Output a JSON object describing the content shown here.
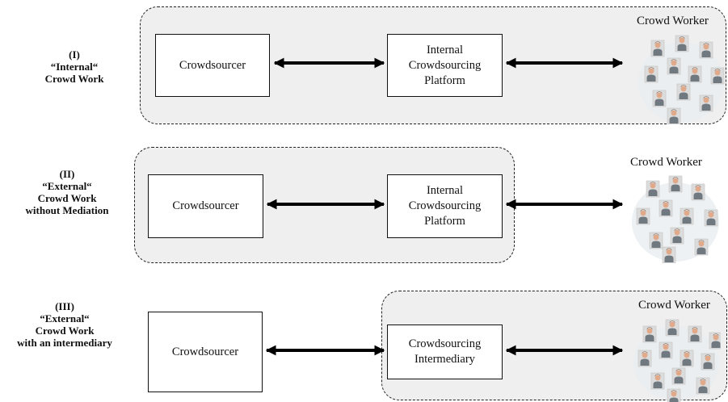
{
  "rows": [
    {
      "label_lines": [
        "(I)",
        "“Internal“",
        "Crowd Work"
      ],
      "crowdsourcer": "Crowdsourcer",
      "platform_lines": [
        "Internal",
        "Crowdsourcing",
        "Platform"
      ],
      "crowd_label": "Crowd Worker"
    },
    {
      "label_lines": [
        "(II)",
        "“External“",
        "Crowd Work",
        "without Mediation"
      ],
      "crowdsourcer": "Crowdsourcer",
      "platform_lines": [
        "Internal",
        "Crowdsourcing",
        "Platform"
      ],
      "crowd_label": "Crowd Worker"
    },
    {
      "label_lines": [
        "(III)",
        "“External“",
        "Crowd Work",
        "with an intermediary"
      ],
      "crowdsourcer": "Crowdsourcer",
      "platform_lines": [
        "Crowdsourcing",
        "Intermediary"
      ],
      "crowd_label": "Crowd Worker"
    }
  ]
}
